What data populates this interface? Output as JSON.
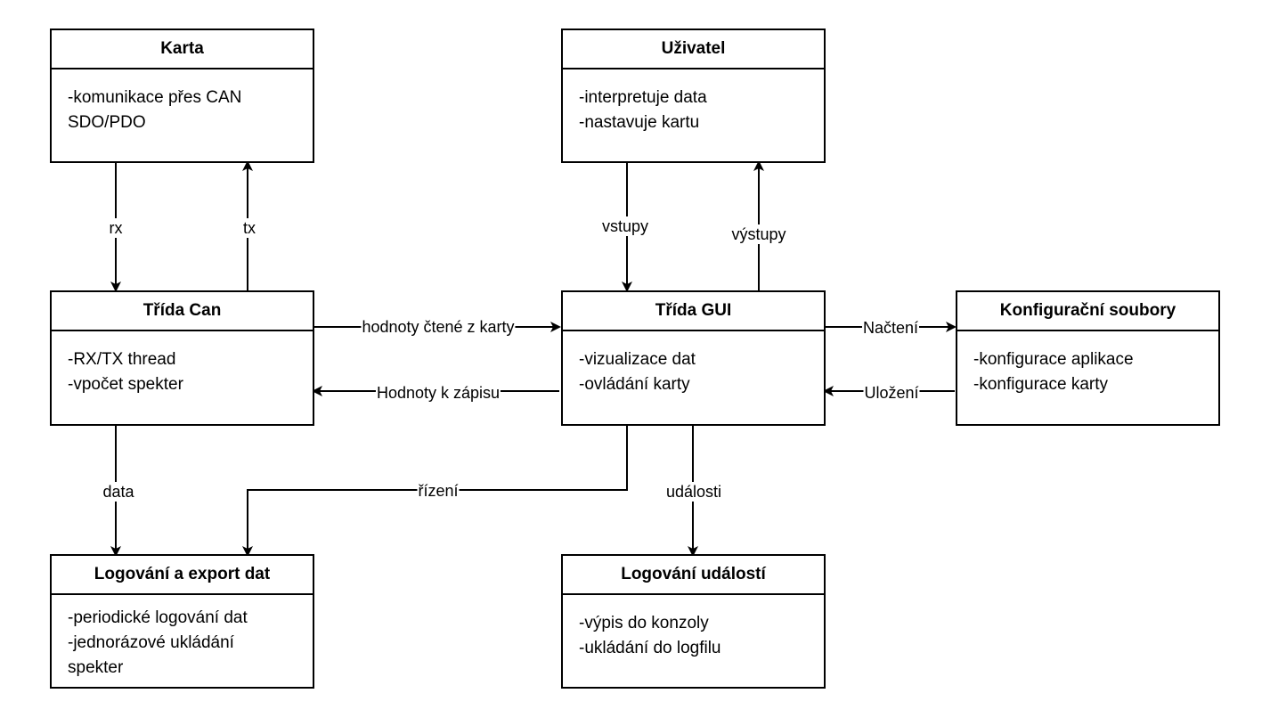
{
  "boxes": {
    "karta": {
      "title": "Karta",
      "lines": [
        "-komunikace přes CAN",
        "SDO/PDO"
      ]
    },
    "uzivatel": {
      "title": "Uživatel",
      "lines": [
        "-interpretuje data",
        "-nastavuje kartu"
      ]
    },
    "trida_can": {
      "title": "Třída Can",
      "lines": [
        "-RX/TX thread",
        "-vpočet spekter"
      ]
    },
    "trida_gui": {
      "title": "Třída GUI",
      "lines": [
        "-vizualizace dat",
        "-ovládání karty"
      ]
    },
    "konfiguracni": {
      "title": "Konfigurační soubory",
      "lines": [
        "-konfigurace aplikace",
        "-konfigurace karty"
      ]
    },
    "logovani_export": {
      "title": "Logování a export dat",
      "lines": [
        "-periodické logování dat",
        "-jednorázové ukládání",
        "spekter"
      ]
    },
    "logovani_udalosti": {
      "title": "Logování událostí",
      "lines": [
        "-výpis do konzoly",
        "-ukládání do logfilu"
      ]
    }
  },
  "edges": {
    "rx": "rx",
    "tx": "tx",
    "vstupy": "vstupy",
    "vystupy": "výstupy",
    "hodnoty_ctene": "hodnoty čtené z karty",
    "hodnoty_zapis": "Hodnoty k zápisu",
    "nacteni": "Načtení",
    "ulozeni": "Uložení",
    "data": "data",
    "rizeni": "řízení",
    "udalosti": "události"
  },
  "colors": {
    "stroke": "#000000",
    "background": "#ffffff"
  }
}
